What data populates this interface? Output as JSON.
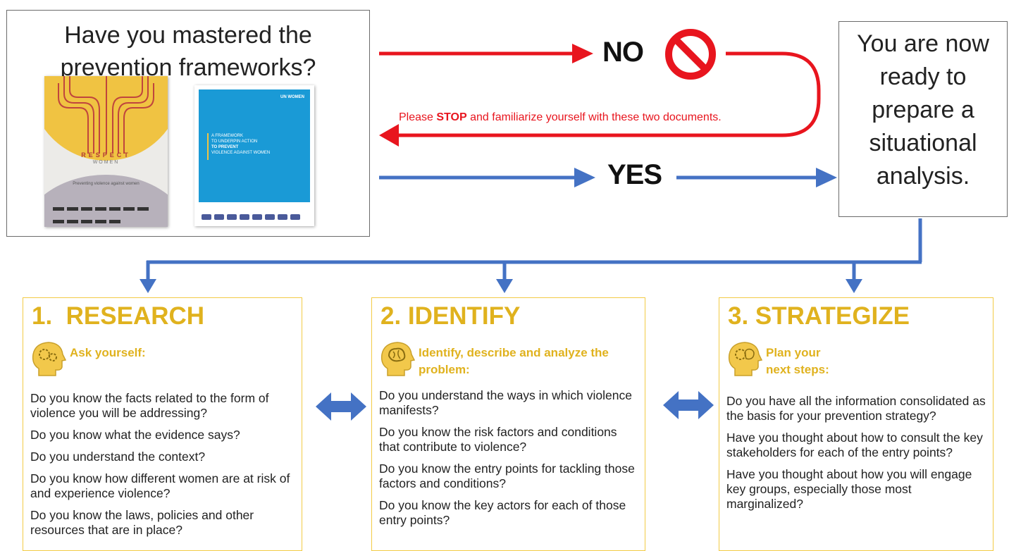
{
  "question": {
    "title_line1": "Have you mastered the",
    "title_line2": "prevention frameworks?"
  },
  "documents": {
    "respect": {
      "title": "RESPECT",
      "subtitle": "WOMEN",
      "tagline": "Preventing violence against women"
    },
    "framework": {
      "brand": "UN WOMEN",
      "line1": "A FRAMEWORK",
      "line2": "TO UNDERPIN ACTION",
      "line3": "TO PREVENT",
      "line4": "VIOLENCE AGAINST WOMEN"
    }
  },
  "no_label": "NO",
  "yes_label": "YES",
  "stop_message": {
    "before": "Please ",
    "bold": "STOP",
    "after": " and familiarize yourself with these two documents."
  },
  "ready": {
    "line1": "You are now",
    "line2": "ready to",
    "line3": "prepare a",
    "line4": "situational",
    "line5": "analysis."
  },
  "steps": [
    {
      "title": "1.  RESEARCH",
      "prompt_line1": "Ask yourself:",
      "prompt_line2": "",
      "icon": "head-gears-icon",
      "questions": [
        "Do you know the facts related to the form of violence you will be addressing?",
        "Do you know what the evidence says?",
        "Do you understand the context?",
        "Do you know how different women are at risk of and experience violence?",
        "Do you know the laws, policies and other resources that are in place?"
      ]
    },
    {
      "title": "2. IDENTIFY",
      "prompt_line1": "Identify, describe and analyze the",
      "prompt_line2": "problem:",
      "icon": "head-brain-icon",
      "questions": [
        "Do you understand the ways in which violence manifests?",
        "Do you know the risk factors and conditions that contribute to violence?",
        "Do you know the entry points for tackling those factors and conditions?",
        "Do you know the key actors for each of those entry points?"
      ]
    },
    {
      "title": "3. STRATEGIZE",
      "prompt_line1": "Plan your",
      "prompt_line2": "next steps:",
      "icon": "head-gear-brain-icon",
      "questions": [
        "Do you have all the information consolidated as the basis for your prevention strategy?",
        "Have you thought about how to consult the key stakeholders for each of the entry points?",
        "Have you thought about how you will engage key groups, especially those most marginalized?"
      ]
    }
  ],
  "colors": {
    "no_arrow": "#e8151e",
    "yes_arrow": "#4472c4",
    "step_accent": "#e0b21e",
    "step_border": "#f2cb45"
  }
}
